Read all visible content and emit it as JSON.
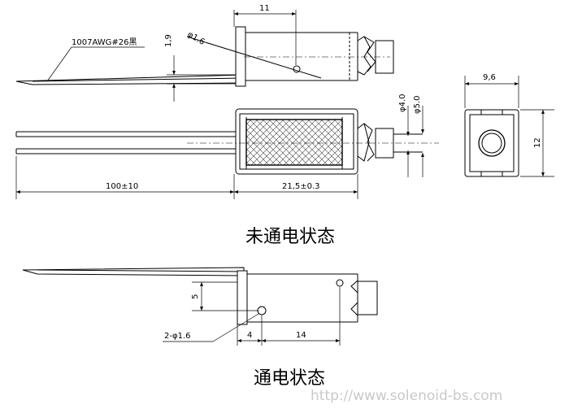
{
  "drawing": {
    "wire_spec": "1007AWG#26黑",
    "dims": {
      "top_width": "11",
      "hole_dia": "φ1.6",
      "side_offset": "1,9",
      "end_width": "9,6",
      "end_height": "12",
      "dia_inner": "φ4.0",
      "dia_outer": "φ5.0",
      "wire_length": "100±10",
      "body_length": "21,5±0.3",
      "stroke": "5",
      "holes": "2-φ1.6",
      "hole_pos_a": "4",
      "hole_pos_b": "14"
    },
    "state_off": "未通电状态",
    "state_on": "通电状态",
    "watermark": "http://www.solenoid-bs.com"
  }
}
